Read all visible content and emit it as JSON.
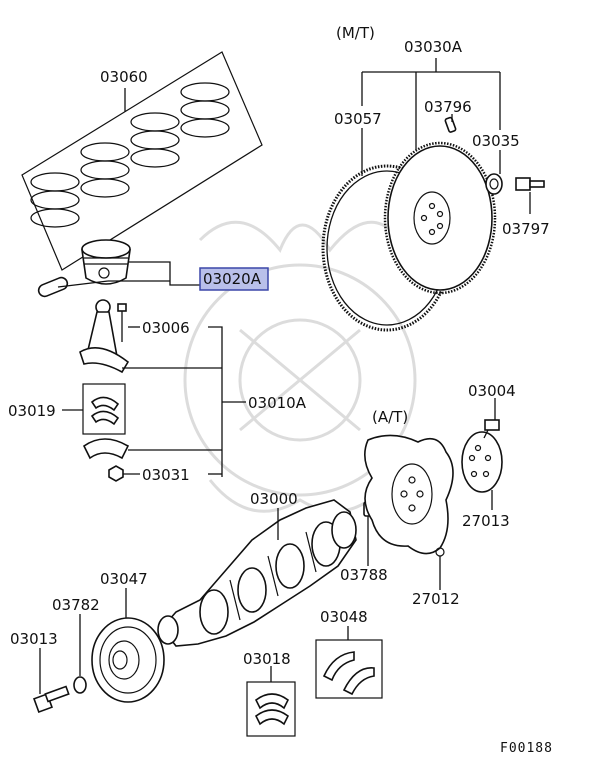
{
  "labels": {
    "p03060": "03060",
    "p03020a": "03020A",
    "p03006": "03006",
    "p03019": "03019",
    "p03010a": "03010A",
    "p03031": "03031",
    "p03000": "03000",
    "p03047": "03047",
    "p03782": "03782",
    "p03013": "03013",
    "p03018": "03018",
    "p03048": "03048",
    "p03788": "03788",
    "p27012": "27012",
    "p27013": "27013",
    "p03004": "03004",
    "p03030a": "03030A",
    "p03057": "03057",
    "p03796": "03796",
    "p03035": "03035",
    "p03797": "03797"
  },
  "notes": {
    "mt": "(M/T)",
    "at": "(A/T)"
  },
  "figure_code": "F00188",
  "highlight_color": "#b9c0ea"
}
